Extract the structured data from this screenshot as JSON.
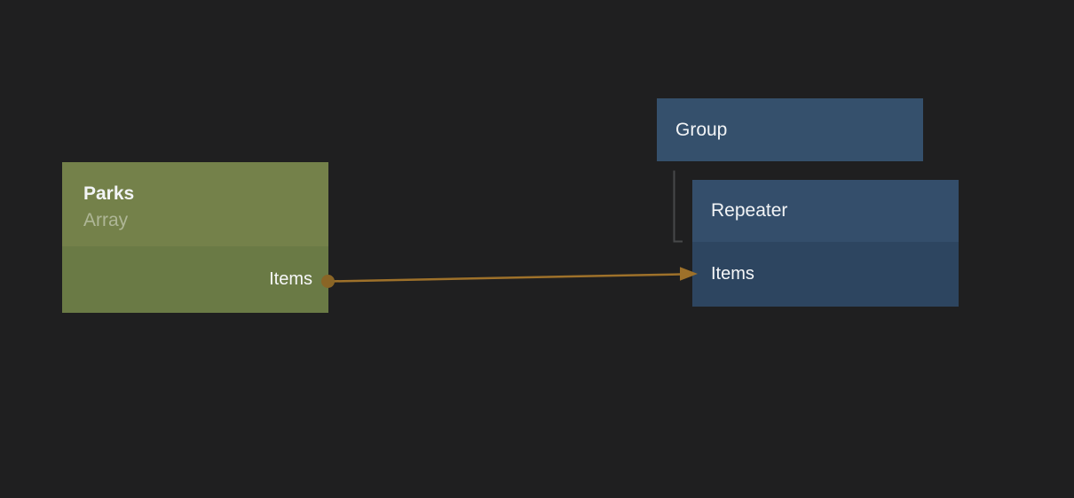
{
  "palette": {
    "background": "#1f1f20",
    "parks_header": "#74814a",
    "parks_row": "#6a7a45",
    "group_fill": "#35506c",
    "repeater_header": "#344e6b",
    "repeater_row": "#2d4560",
    "connection": "#9e712a",
    "connection_dot": "#8a6526",
    "tree_line": "#47484a"
  },
  "nodes": {
    "parks": {
      "title": "Parks",
      "subtitle": "Array",
      "output_port_label": "Items"
    },
    "group": {
      "title": "Group"
    },
    "repeater": {
      "title": "Repeater",
      "input_port_label": "Items"
    }
  }
}
